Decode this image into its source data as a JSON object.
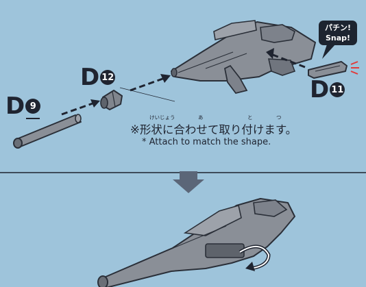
{
  "parts": {
    "d9": {
      "letter": "D",
      "number": "9"
    },
    "d12": {
      "letter": "D",
      "number": "12"
    },
    "d11": {
      "letter": "D",
      "number": "11"
    }
  },
  "snap_callout": {
    "line1": "パチン!",
    "line2": "Snap!"
  },
  "note": {
    "japanese": "※形状に合わせて取り付けます。",
    "furigana": [
      "けいじょう",
      "あ",
      "と",
      "つ"
    ],
    "english": "* Attach to match the shape."
  },
  "colors": {
    "background": "#9ec4db",
    "ink": "#1f2430",
    "part_gray": "#8a8f97",
    "arrow_down": "#5b6678",
    "sparkle": "#e23a3a"
  },
  "icons": [
    "dashed-arrow-icon",
    "down-arrow-icon",
    "rotate-arrow-icon",
    "snap-sparkle-icon"
  ]
}
